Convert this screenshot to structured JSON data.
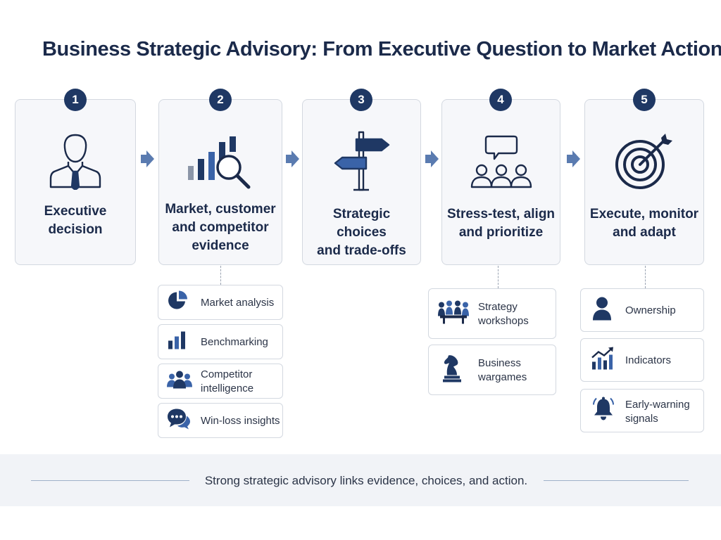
{
  "title": "Business Strategic Advisory: From Executive Question to Market Action",
  "accent_color": "#1f3864",
  "steps": [
    {
      "number": "1",
      "label": "Executive\ndecision",
      "icon": "executive-person-icon"
    },
    {
      "number": "2",
      "label": "Market, customer\nand competitor\nevidence",
      "icon": "bar-chart-magnifier-icon"
    },
    {
      "number": "3",
      "label": "Strategic choices\nand trade-offs",
      "icon": "signpost-icon"
    },
    {
      "number": "4",
      "label": "Stress-test, align\nand prioritize",
      "icon": "team-discussion-icon"
    },
    {
      "number": "5",
      "label": "Execute, monitor\nand adapt",
      "icon": "target-arrow-icon"
    }
  ],
  "evidence_items": [
    {
      "label": "Market analysis",
      "icon": "pie-chart-icon"
    },
    {
      "label": "Benchmarking",
      "icon": "bar-chart-icon"
    },
    {
      "label": "Competitor\nintelligence",
      "icon": "people-group-icon"
    },
    {
      "label": "Win-loss insights",
      "icon": "chat-bubbles-icon"
    }
  ],
  "alignment_items": [
    {
      "label": "Strategy\nworkshops",
      "icon": "meeting-table-icon"
    },
    {
      "label": "Business\nwargames",
      "icon": "chess-knight-icon"
    }
  ],
  "execution_items": [
    {
      "label": "Ownership",
      "icon": "person-icon"
    },
    {
      "label": "Indicators",
      "icon": "trend-chart-icon"
    },
    {
      "label": "Early-warning\nsignals",
      "icon": "bell-icon"
    }
  ],
  "footer": "Strong strategic advisory links evidence, choices, and action."
}
